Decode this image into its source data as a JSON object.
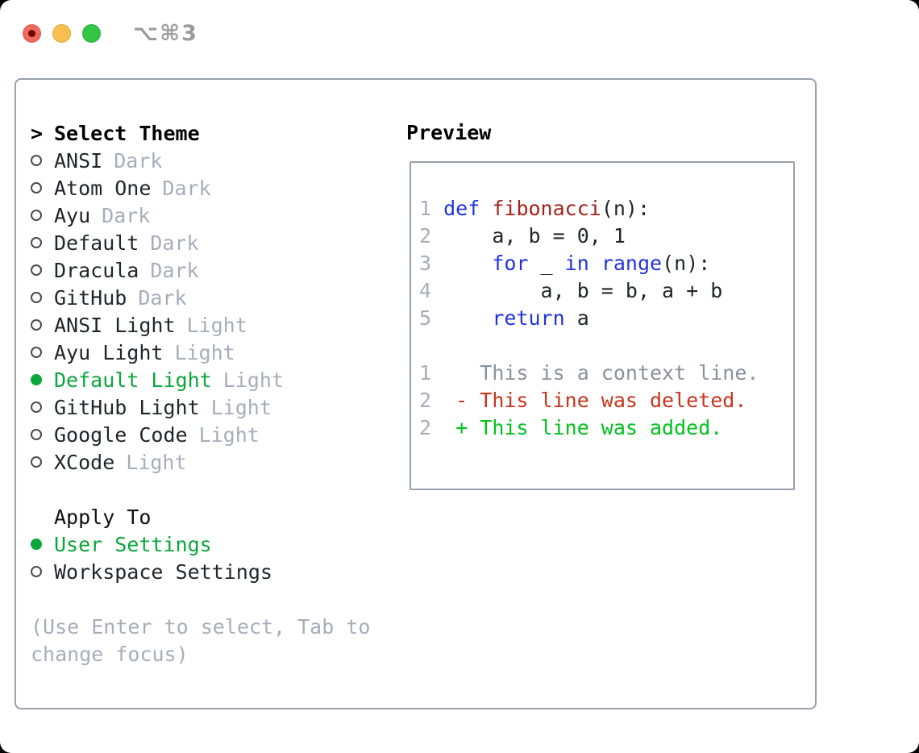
{
  "titlebar": {
    "shortcut": "⌥⌘3"
  },
  "select_theme": {
    "marker": ">",
    "title": "Select Theme",
    "themes": [
      {
        "name": "ANSI",
        "tag": "Dark",
        "selected": false
      },
      {
        "name": "Atom One",
        "tag": "Dark",
        "selected": false
      },
      {
        "name": "Ayu",
        "tag": "Dark",
        "selected": false
      },
      {
        "name": "Default",
        "tag": "Dark",
        "selected": false
      },
      {
        "name": "Dracula",
        "tag": "Dark",
        "selected": false
      },
      {
        "name": "GitHub",
        "tag": "Dark",
        "selected": false
      },
      {
        "name": "ANSI Light",
        "tag": "Light",
        "selected": false
      },
      {
        "name": "Ayu Light",
        "tag": "Light",
        "selected": false
      },
      {
        "name": "Default Light",
        "tag": "Light",
        "selected": true
      },
      {
        "name": "GitHub Light",
        "tag": "Light",
        "selected": false
      },
      {
        "name": "Google Code",
        "tag": "Light",
        "selected": false
      },
      {
        "name": "XCode",
        "tag": "Light",
        "selected": false
      }
    ]
  },
  "apply_to": {
    "title": "Apply To",
    "options": [
      {
        "label": "User Settings",
        "selected": true
      },
      {
        "label": "Workspace Settings",
        "selected": false
      }
    ]
  },
  "hint_lines": [
    "(Use Enter to select, Tab to",
    "change focus)"
  ],
  "preview": {
    "title": "Preview",
    "lines": [
      {
        "num": "",
        "segments": []
      },
      {
        "num": "1",
        "segments": [
          {
            "text": "def",
            "style": "kw"
          },
          {
            "text": " ",
            "style": "code"
          },
          {
            "text": "fibonacci",
            "style": "fn"
          },
          {
            "text": "(n):",
            "style": "code"
          }
        ]
      },
      {
        "num": "2",
        "segments": [
          {
            "text": "    a, b = 0, 1",
            "style": "code"
          }
        ]
      },
      {
        "num": "3",
        "segments": [
          {
            "text": "    ",
            "style": "code"
          },
          {
            "text": "for",
            "style": "kw"
          },
          {
            "text": " _ ",
            "style": "code"
          },
          {
            "text": "in",
            "style": "kw"
          },
          {
            "text": " ",
            "style": "code"
          },
          {
            "text": "range",
            "style": "kw"
          },
          {
            "text": "(n):",
            "style": "code"
          }
        ]
      },
      {
        "num": "4",
        "segments": [
          {
            "text": "        a, b = b, a + b",
            "style": "code"
          }
        ]
      },
      {
        "num": "5",
        "segments": [
          {
            "text": "    ",
            "style": "code"
          },
          {
            "text": "return",
            "style": "kw"
          },
          {
            "text": " a",
            "style": "code"
          }
        ]
      },
      {
        "num": "",
        "segments": []
      },
      {
        "num": "1",
        "segments": [
          {
            "text": "   This is a context line.",
            "style": "ctx"
          }
        ]
      },
      {
        "num": "2",
        "segments": [
          {
            "text": " - This line was deleted.",
            "style": "del"
          }
        ]
      },
      {
        "num": "2",
        "segments": [
          {
            "text": " + This line was added.",
            "style": "add"
          }
        ]
      }
    ]
  },
  "colors": {
    "accent_green": "#0aa73a",
    "added_green": "#00c21e",
    "deleted_red": "#c9341d",
    "keyword_blue": "#2333dd",
    "function_red": "#a5231c",
    "muted_gray": "#a6aeba",
    "context_gray": "#8a929c",
    "text_dark": "#22262c",
    "border_gray": "#98a1ac",
    "traffic_close": "#ee6a5e",
    "traffic_minimize": "#f6bf4e",
    "traffic_zoom": "#32c546"
  }
}
